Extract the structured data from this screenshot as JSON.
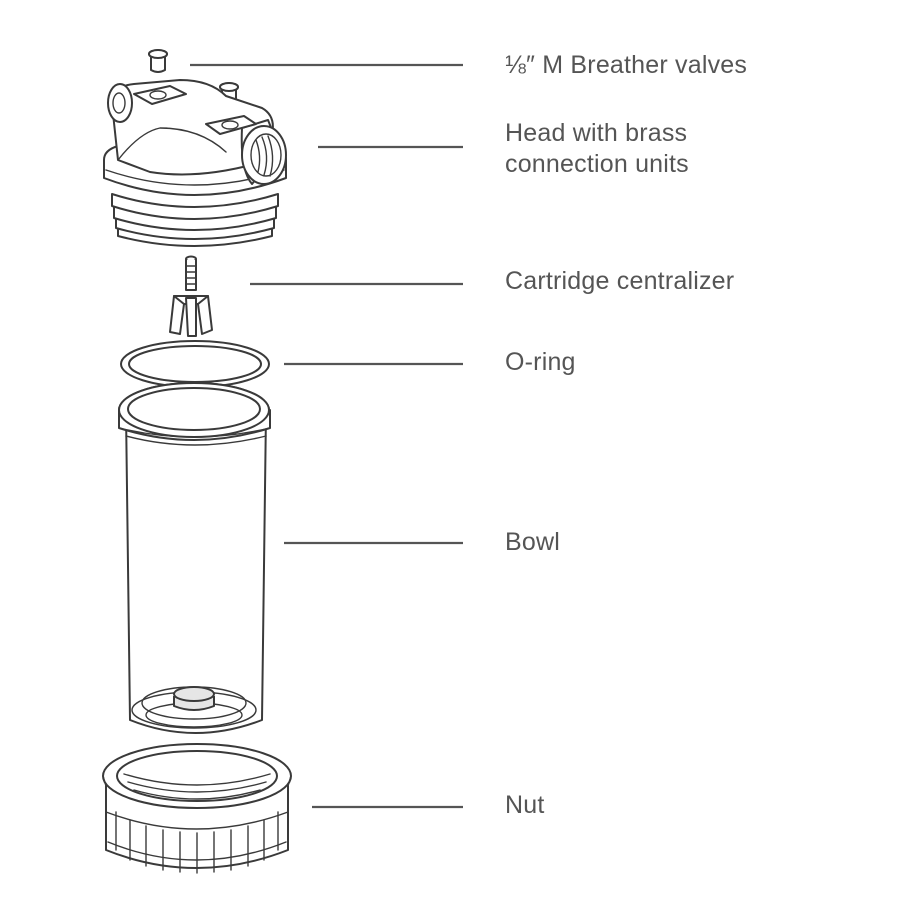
{
  "diagram": {
    "parts": [
      {
        "id": "breather-valves",
        "label": "⅛″ M Breather valves"
      },
      {
        "id": "head",
        "label": "Head with brass\nconnection units"
      },
      {
        "id": "centralizer",
        "label": "Cartridge centralizer"
      },
      {
        "id": "o-ring",
        "label": "O-ring"
      },
      {
        "id": "bowl",
        "label": "Bowl"
      },
      {
        "id": "nut",
        "label": "Nut"
      }
    ],
    "colors": {
      "line": "#3a3a3a",
      "label": "#555555",
      "background": "#ffffff"
    }
  }
}
